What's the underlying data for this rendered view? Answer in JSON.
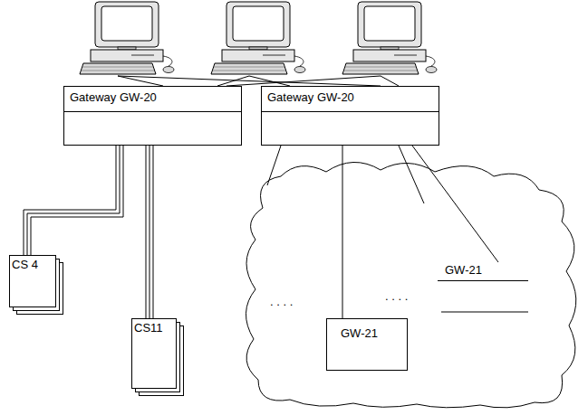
{
  "diagram": {
    "nodes": [
      {
        "text": [
          "Gateway GW-20"
        ]
      },
      {
        "text": [
          "Gateway GW-20"
        ]
      },
      {
        "text": [
          "CS 4"
        ]
      },
      {
        "text": [
          "CS11"
        ]
      },
      {
        "text": [
          "GW-21"
        ]
      },
      {
        "text": [
          "GW-21"
        ]
      }
    ],
    "edges": [
      {
        "from": 0,
        "to": 2,
        "arrow": "none"
      },
      {
        "from": 0,
        "to": 3,
        "arrow": "none"
      },
      {
        "from": 1,
        "to": 4,
        "arrow": "none"
      },
      {
        "from": 1,
        "to": 5,
        "arrow": "none"
      }
    ],
    "labels": [
      ". . . .",
      ". . . ."
    ]
  }
}
